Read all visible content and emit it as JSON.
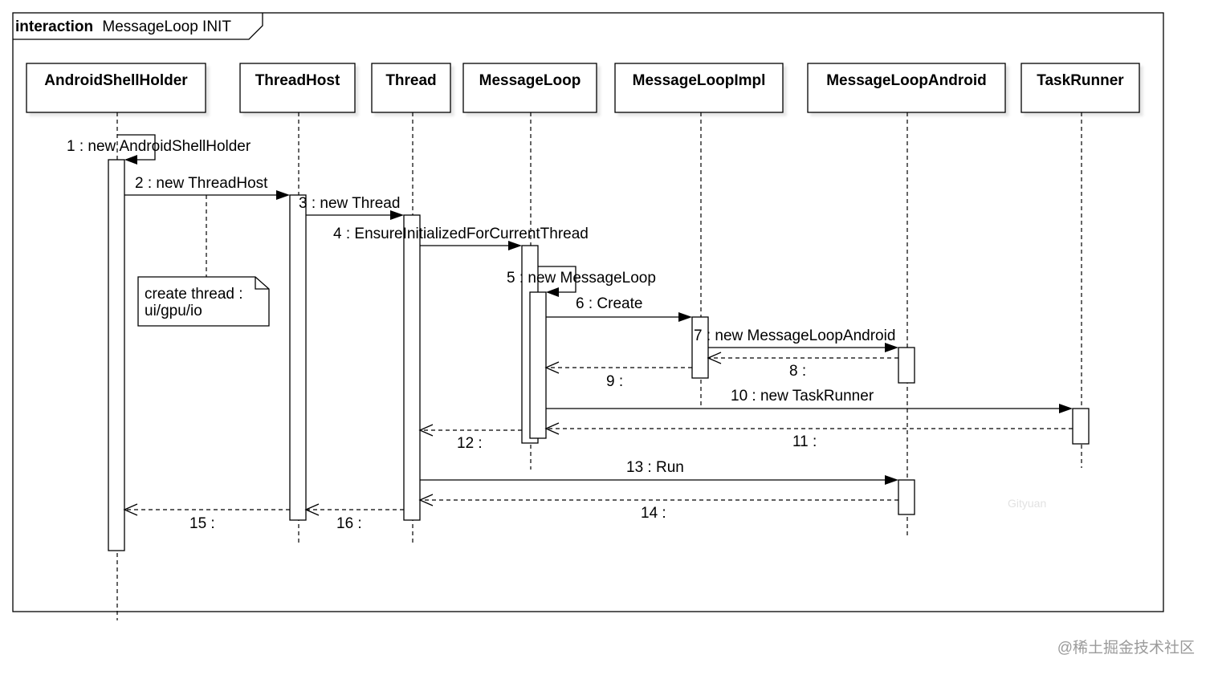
{
  "frame": {
    "keyword": "interaction",
    "name": "MessageLoop INIT"
  },
  "lifelines": [
    {
      "id": "ash",
      "name": "AndroidShellHolder"
    },
    {
      "id": "th",
      "name": "ThreadHost"
    },
    {
      "id": "thr",
      "name": "Thread"
    },
    {
      "id": "ml",
      "name": "MessageLoop"
    },
    {
      "id": "mli",
      "name": "MessageLoopImpl"
    },
    {
      "id": "mla",
      "name": "MessageLoopAndroid"
    },
    {
      "id": "tr",
      "name": "TaskRunner"
    }
  ],
  "messages": [
    {
      "num": "1",
      "label": "1 : new AndroidShellHolder",
      "from": "ash",
      "to": "ash",
      "kind": "self"
    },
    {
      "num": "2",
      "label": "2 : new ThreadHost",
      "from": "ash",
      "to": "th",
      "kind": "sync"
    },
    {
      "num": "3",
      "label": "3 : new Thread",
      "from": "th",
      "to": "thr",
      "kind": "sync"
    },
    {
      "num": "4",
      "label": "4 : EnsureInitializedForCurrentThread",
      "from": "thr",
      "to": "ml",
      "kind": "sync"
    },
    {
      "num": "5",
      "label": "5 : new MessageLoop",
      "from": "ml",
      "to": "ml",
      "kind": "self"
    },
    {
      "num": "6",
      "label": "6 : Create",
      "from": "ml",
      "to": "mli",
      "kind": "sync"
    },
    {
      "num": "7",
      "label": "7 : new MessageLoopAndroid",
      "from": "mli",
      "to": "mla",
      "kind": "sync"
    },
    {
      "num": "8",
      "label": "8 :",
      "from": "mla",
      "to": "mli",
      "kind": "return"
    },
    {
      "num": "9",
      "label": "9 :",
      "from": "mli",
      "to": "ml",
      "kind": "return"
    },
    {
      "num": "10",
      "label": "10 : new TaskRunner",
      "from": "ml",
      "to": "tr",
      "kind": "sync"
    },
    {
      "num": "11",
      "label": "11 :",
      "from": "tr",
      "to": "ml",
      "kind": "return"
    },
    {
      "num": "12",
      "label": "12 :",
      "from": "ml",
      "to": "thr",
      "kind": "return"
    },
    {
      "num": "13",
      "label": "13 : Run",
      "from": "thr",
      "to": "mla",
      "kind": "sync"
    },
    {
      "num": "14",
      "label": "14 :",
      "from": "mla",
      "to": "thr",
      "kind": "return"
    },
    {
      "num": "15",
      "label": "15 :",
      "from": "th",
      "to": "ash",
      "kind": "return"
    },
    {
      "num": "16",
      "label": "16 :",
      "from": "thr",
      "to": "th",
      "kind": "return"
    }
  ],
  "note": {
    "line1": "create thread :",
    "line2": "ui/gpu/io"
  },
  "watermarks": {
    "inner": "Gityuan",
    "corner": "@稀土掘金技术社区"
  }
}
